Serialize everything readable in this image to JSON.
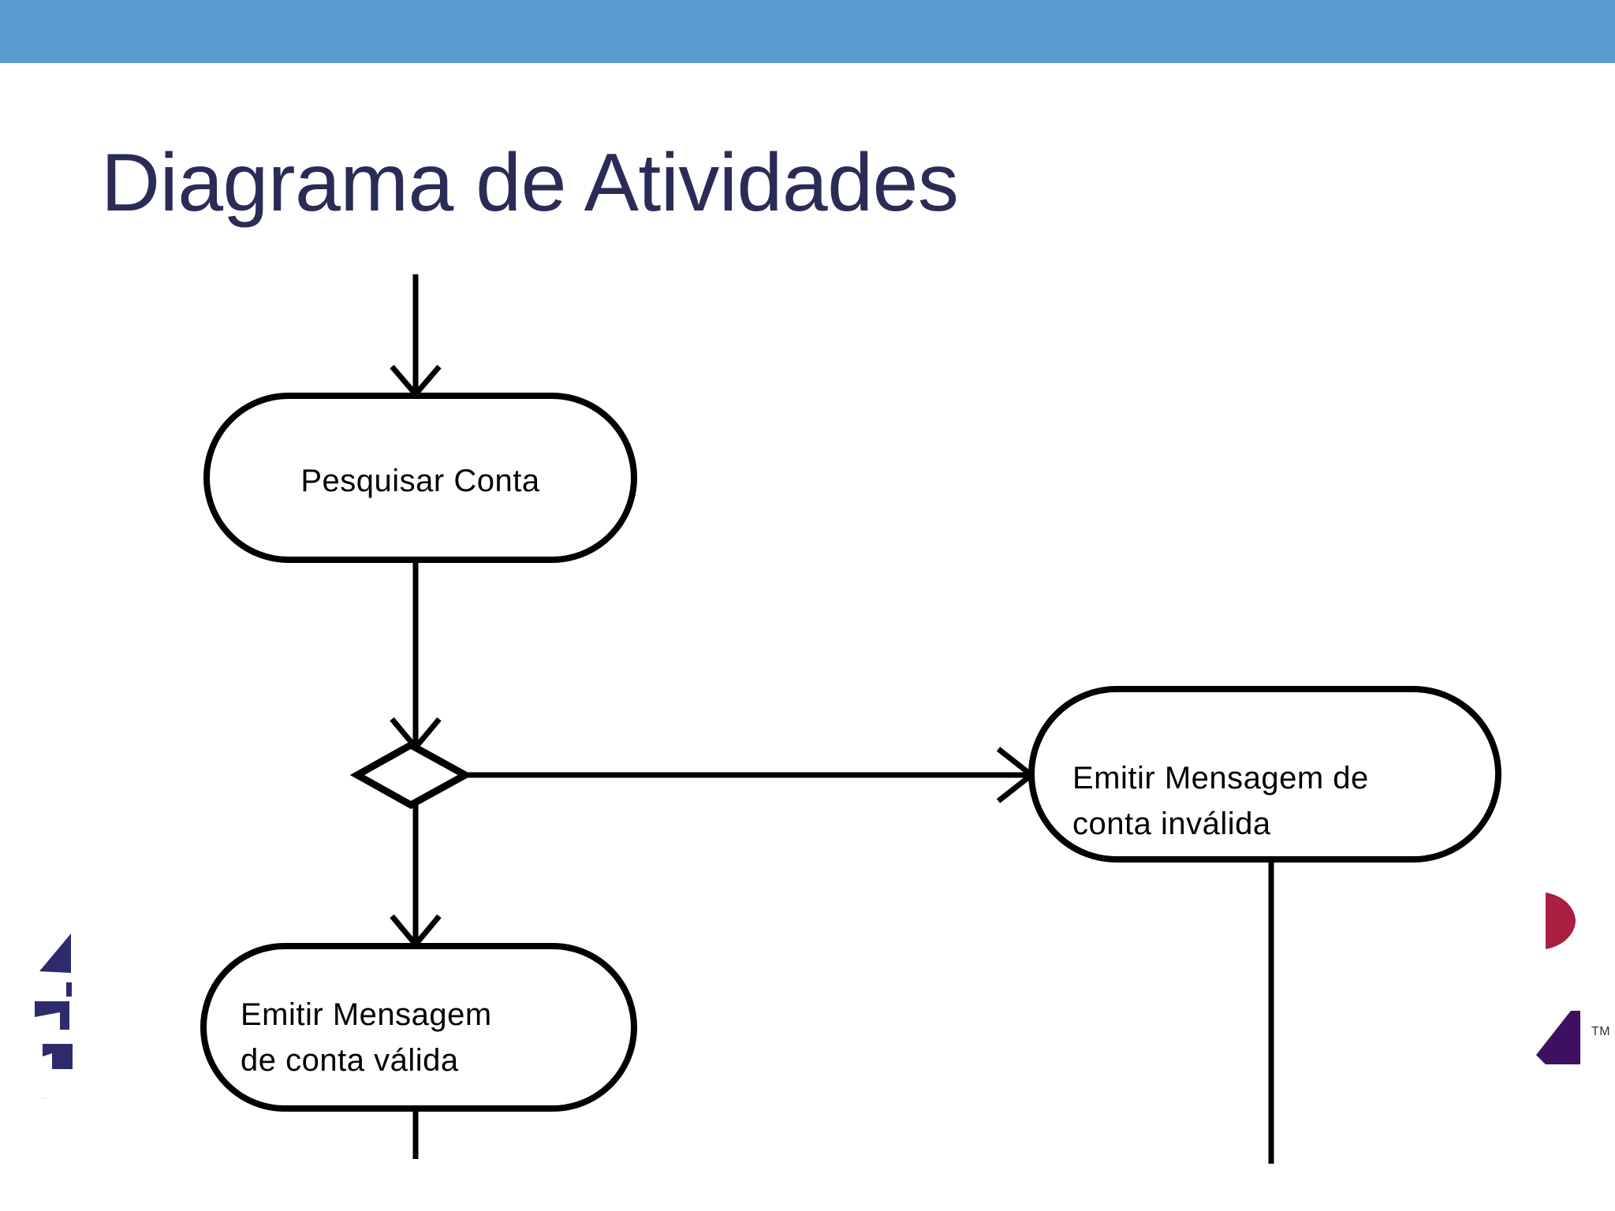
{
  "slide": {
    "title": "Diagrama de Atividades",
    "title_color": "#2a2c57",
    "header_bar_color": "#5b9bd1",
    "background_color": "#ffffff"
  },
  "diagram": {
    "type": "uml-activity-diagram",
    "stroke_color": "#000000",
    "fill_color": "#ffffff",
    "nodes": [
      {
        "id": "pesquisar-conta",
        "kind": "activity",
        "label": "Pesquisar Conta",
        "lines": [
          "Pesquisar Conta"
        ]
      },
      {
        "id": "decision",
        "kind": "decision",
        "label": ""
      },
      {
        "id": "conta-invalida",
        "kind": "activity",
        "label": "Emitir Mensagem de conta inválida",
        "lines": [
          "Emitir Mensagem de",
          "conta inválida"
        ]
      },
      {
        "id": "conta-valida",
        "kind": "activity",
        "label": "Emitir Mensagem de conta válida",
        "lines": [
          "Emitir Mensagem",
          "de conta válida"
        ]
      }
    ],
    "edges": [
      {
        "id": "start-to-pesquisar",
        "from": "start",
        "to": "pesquisar-conta",
        "arrow": "open-v",
        "label": ""
      },
      {
        "id": "pesquisar-to-decision",
        "from": "pesquisar-conta",
        "to": "decision",
        "arrow": "open-v",
        "label": ""
      },
      {
        "id": "decision-to-invalida",
        "from": "decision",
        "to": "conta-invalida",
        "arrow": "open-v",
        "label": ""
      },
      {
        "id": "decision-to-valida",
        "from": "decision",
        "to": "conta-valida",
        "arrow": "open-v",
        "label": ""
      },
      {
        "id": "valida-to-next",
        "from": "conta-valida",
        "to": "offscreen",
        "arrow": "none",
        "label": ""
      },
      {
        "id": "invalida-to-next",
        "from": "conta-invalida",
        "to": "offscreen",
        "arrow": "none",
        "label": ""
      }
    ]
  },
  "logos": {
    "left": {
      "name": "institution-logo",
      "color": "#2e2a6e",
      "caption": ""
    },
    "right_top": {
      "name": "crimson-half-disc-mark",
      "color": "#a91f40"
    },
    "right_bottom": {
      "name": "purple-parallelogram-mark",
      "color": "#3d1060",
      "trademark": "TM"
    }
  }
}
